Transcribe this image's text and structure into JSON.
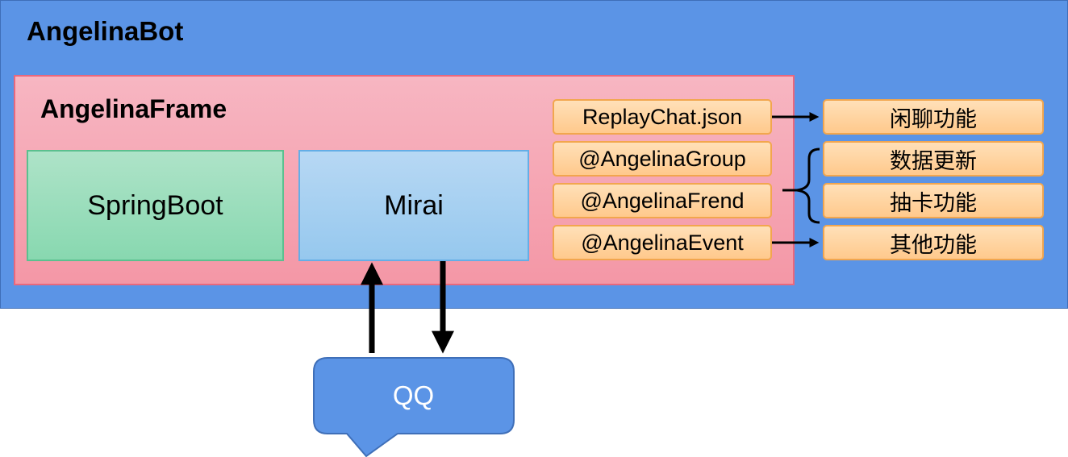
{
  "bot": {
    "title": "AngelinaBot"
  },
  "frame": {
    "title": "AngelinaFrame"
  },
  "components": {
    "springboot": "SpringBoot",
    "mirai": "Mirai"
  },
  "handlers": [
    "ReplayChat.json",
    "@AngelinaGroup",
    "@AngelinaFrend",
    "@AngelinaEvent"
  ],
  "features": [
    "闲聊功能",
    "数据更新",
    "抽卡功能",
    "其他功能"
  ],
  "client": {
    "label": "QQ"
  },
  "colors": {
    "bot_bg": "#5b94e6",
    "frame_bg": "#f5a8b5",
    "springboot_bg": "#9fdcbd",
    "mirai_bg": "#a8d0f2",
    "tag_bg": "#ffd3a2",
    "qq_bg": "#5b94e6"
  }
}
